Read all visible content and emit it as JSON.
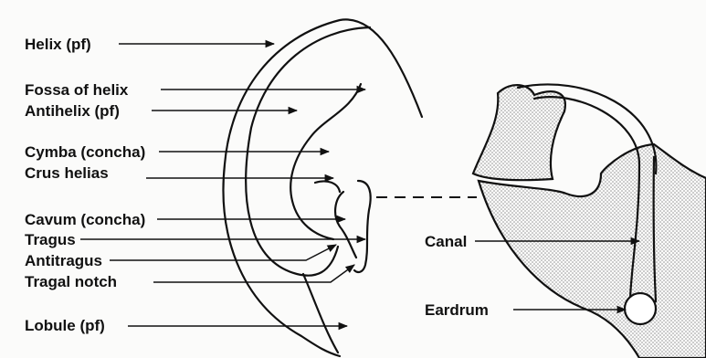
{
  "labels": {
    "helix": "Helix (pf)",
    "fossa_of_helix": "Fossa of helix",
    "antihelix": "Antihelix (pf)",
    "cymba": "Cymba (concha)",
    "crus_helias": "Crus helias",
    "cavum": "Cavum (concha)",
    "tragus": "Tragus",
    "antitragus": "Antitragus",
    "tragal_notch": "Tragal notch",
    "lobule": "Lobule (pf)",
    "canal": "Canal",
    "eardrum": "Eardrum"
  },
  "colors": {
    "ink": "#111111",
    "stipple": "#9a9a9a",
    "paper": "#fbfbfa"
  }
}
